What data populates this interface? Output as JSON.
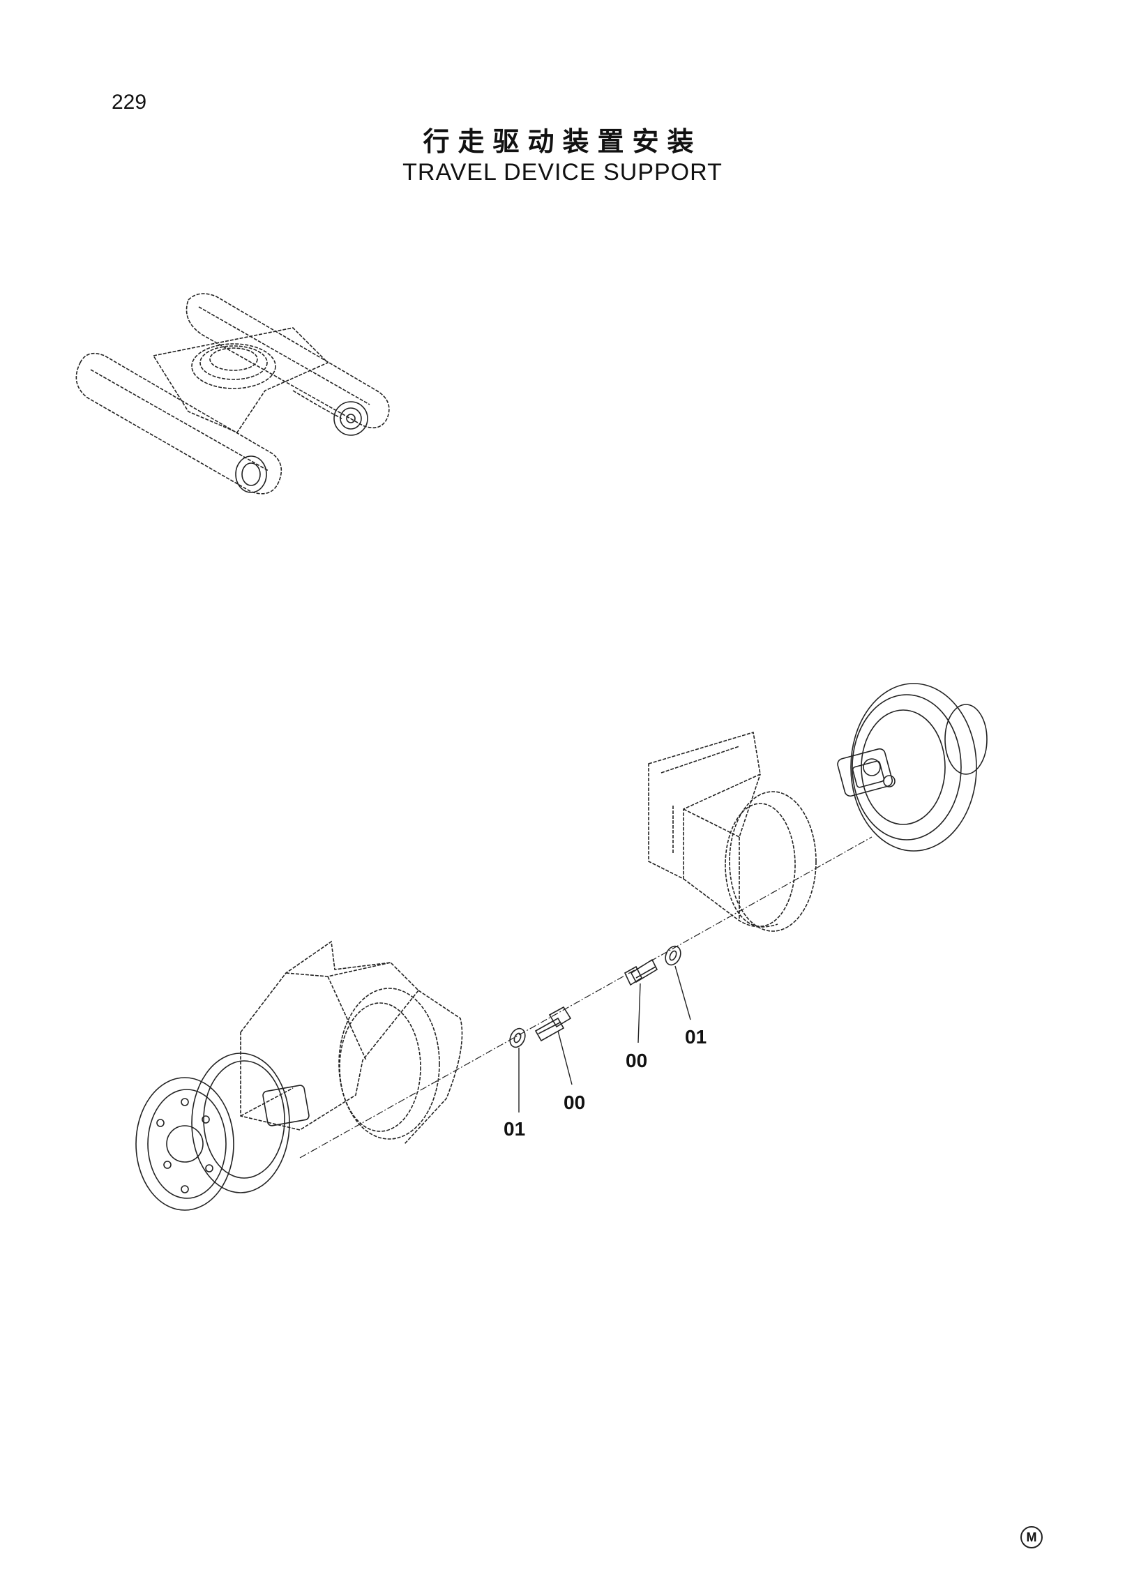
{
  "page": {
    "number": "229"
  },
  "title": {
    "chinese": "行走驱动装置安装",
    "english": "TRAVEL DEVICE SUPPORT"
  },
  "callouts": {
    "bolt_left": "00",
    "washer_left": "01",
    "bolt_right": "00",
    "washer_right": "01"
  },
  "footer": {
    "mark": "M"
  }
}
